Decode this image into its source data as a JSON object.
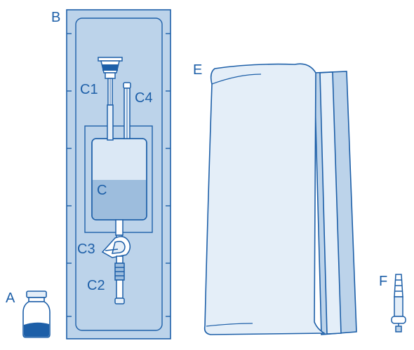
{
  "labels": {
    "vial": "A",
    "tray": "B",
    "bag": "C",
    "spike_port": "C1",
    "tubing_clamp": "C3",
    "luer_connector": "C2",
    "injection_port": "C4",
    "overpouch": "E",
    "adapter": "F"
  },
  "colors": {
    "stroke": "#1d5fa8",
    "tray_fill": "#bcd3ea",
    "light_fill": "#e4eef8",
    "liquid": "#9dbddd",
    "white": "#ffffff"
  }
}
